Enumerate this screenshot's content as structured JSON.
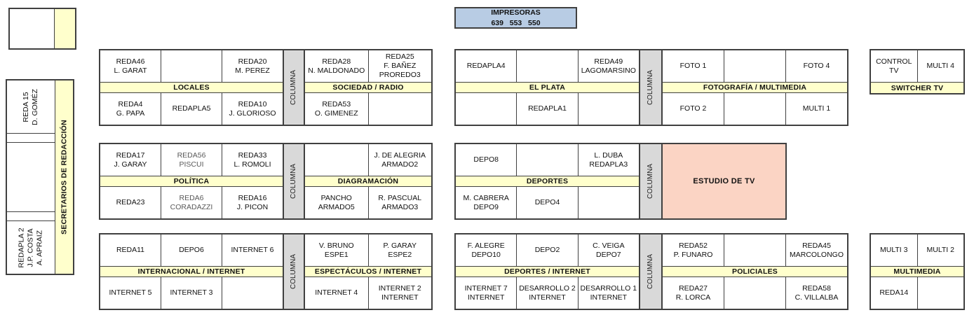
{
  "colors": {
    "header_yellow": "#FFFFCC",
    "columna_gray": "#D9D9D9",
    "impresoras_blue": "#B8CCE4",
    "estudio_pink": "#FBD4C4",
    "border": "#404040",
    "muted_text": "#595959"
  },
  "impresoras": {
    "title": "IMPRESORAS",
    "numbers": "639   553   550"
  },
  "columna_label": "COLUMNA",
  "estudio": {
    "label": "ESTUDIO DE TV"
  },
  "left": {
    "secretarios_label": "SECRETARIOS DE REDACCIÓN",
    "cells": [
      [
        "REDA 15",
        "D. GOMÉZ"
      ],
      [
        "REDAPLA 2",
        "J.P. COSTA",
        "A. APRAIZ"
      ]
    ]
  },
  "blocks": [
    {
      "id": "locales",
      "header": "LOCALES",
      "top": [
        {
          "lines": [
            "REDA46",
            "L. GARAT"
          ]
        },
        {
          "lines": []
        },
        {
          "lines": [
            "REDA20",
            "M. PEREZ"
          ]
        }
      ],
      "bottom": [
        {
          "lines": [
            "REDA4",
            "G. PAPA"
          ]
        },
        {
          "lines": [
            "REDAPLA5"
          ]
        },
        {
          "lines": [
            "REDA10",
            "J. GLORIOSO"
          ]
        }
      ]
    },
    {
      "id": "sociedad",
      "header": "SOCIEDAD / RADIO",
      "top": [
        {
          "lines": [
            "REDA28",
            "N. MALDONADO"
          ]
        },
        {
          "lines": [
            "REDA25",
            "F. BAÑEZ",
            "PROREDO3"
          ]
        }
      ],
      "bottom": [
        {
          "lines": [
            "REDA53",
            "O. GIMENEZ"
          ]
        },
        {
          "lines": []
        }
      ]
    },
    {
      "id": "elplata",
      "header": "EL PLATA",
      "top": [
        {
          "lines": [
            "REDAPLA4"
          ]
        },
        {
          "lines": []
        },
        {
          "lines": [
            "REDA49",
            "LAGOMARSINO"
          ]
        }
      ],
      "bottom": [
        {
          "lines": []
        },
        {
          "lines": [
            "REDAPLA1"
          ]
        },
        {
          "lines": []
        }
      ]
    },
    {
      "id": "foto",
      "header": "FOTOGRAFÍA / MULTIMEDIA",
      "top": [
        {
          "lines": [
            "FOTO 1"
          ]
        },
        {
          "lines": []
        },
        {
          "lines": [
            "FOTO 4"
          ]
        }
      ],
      "bottom": [
        {
          "lines": [
            "FOTO 2"
          ]
        },
        {
          "lines": []
        },
        {
          "lines": [
            "MULTI 1"
          ]
        }
      ]
    },
    {
      "id": "switcher",
      "header": "SWITCHER TV",
      "top": [
        {
          "lines": [
            "CONTROL TV"
          ]
        },
        {
          "lines": [
            "MULTI 4"
          ]
        }
      ]
    },
    {
      "id": "politica",
      "header": "POLÍTICA",
      "top": [
        {
          "lines": [
            "REDA17",
            "J. GARAY"
          ]
        },
        {
          "lines": [
            "REDA56",
            "PISCUI"
          ],
          "muted": true
        },
        {
          "lines": [
            "REDA33",
            "L. ROMOLI"
          ]
        }
      ],
      "bottom": [
        {
          "lines": [
            "REDA23"
          ]
        },
        {
          "lines": [
            "REDA6",
            "CORADAZZI"
          ],
          "muted": true
        },
        {
          "lines": [
            "REDA16",
            "J. PICON"
          ]
        }
      ]
    },
    {
      "id": "diagramacion",
      "header": "DIAGRAMACIÓN",
      "top": [
        {
          "lines": []
        },
        {
          "lines": [
            "J. DE ALEGRIA",
            "ARMADO2"
          ]
        }
      ],
      "bottom": [
        {
          "lines": [
            "PANCHO",
            "ARMADO5"
          ]
        },
        {
          "lines": [
            "R. PASCUAL",
            "ARMADO3"
          ]
        }
      ]
    },
    {
      "id": "deportes",
      "header": "DEPORTES",
      "top": [
        {
          "lines": [
            "DEPO8"
          ]
        },
        {
          "lines": []
        },
        {
          "lines": [
            "L. DUBA",
            "REDAPLA3"
          ]
        }
      ],
      "bottom": [
        {
          "lines": [
            "M. CABRERA",
            "DEPO9"
          ]
        },
        {
          "lines": [
            "DEPO4"
          ]
        },
        {
          "lines": []
        }
      ]
    },
    {
      "id": "internacional",
      "header": "INTERNACIONAL / INTERNET",
      "top": [
        {
          "lines": [
            "REDA11"
          ]
        },
        {
          "lines": [
            "DEPO6"
          ]
        },
        {
          "lines": [
            "INTERNET 6"
          ]
        }
      ],
      "bottom": [
        {
          "lines": [
            "INTERNET 5"
          ]
        },
        {
          "lines": [
            "INTERNET 3"
          ]
        },
        {
          "lines": []
        }
      ]
    },
    {
      "id": "espectaculos",
      "header": "ESPECTÁCULOS / INTERNET",
      "top": [
        {
          "lines": [
            "V. BRUNO",
            "ESPE1"
          ]
        },
        {
          "lines": [
            "P. GARAY",
            "ESPE2"
          ]
        }
      ],
      "bottom": [
        {
          "lines": [
            "INTERNET 4"
          ]
        },
        {
          "lines": [
            "INTERNET 2",
            "INTERNET"
          ]
        }
      ]
    },
    {
      "id": "deportes_internet",
      "header": "DEPORTES / INTERNET",
      "top": [
        {
          "lines": [
            "F. ALEGRE",
            "DEPO10"
          ]
        },
        {
          "lines": [
            "DEPO2"
          ]
        },
        {
          "lines": [
            "C. VEIGA",
            "DEPO7"
          ]
        }
      ],
      "bottom": [
        {
          "lines": [
            "INTERNET 7",
            "INTERNET"
          ]
        },
        {
          "lines": [
            "DESARROLLO 2",
            "INTERNET"
          ]
        },
        {
          "lines": [
            "DESARROLLO 1",
            "INTERNET"
          ]
        }
      ]
    },
    {
      "id": "policiales",
      "header": "POLICIALES",
      "top": [
        {
          "lines": [
            "REDA52",
            "P. FUNARO"
          ]
        },
        {
          "lines": []
        },
        {
          "lines": [
            "REDA45",
            "MARCOLONGO"
          ]
        }
      ],
      "bottom": [
        {
          "lines": [
            "REDA27",
            "R. LORCA"
          ]
        },
        {
          "lines": []
        },
        {
          "lines": [
            "REDA58",
            "C. VILLALBA"
          ]
        }
      ]
    },
    {
      "id": "multimedia",
      "header": "MULTIMEDIA",
      "top": [
        {
          "lines": [
            "MULTI 3"
          ]
        },
        {
          "lines": [
            "MULTI 2"
          ]
        }
      ],
      "bottom": [
        {
          "lines": [
            "REDA14"
          ]
        },
        {
          "lines": []
        }
      ]
    }
  ]
}
